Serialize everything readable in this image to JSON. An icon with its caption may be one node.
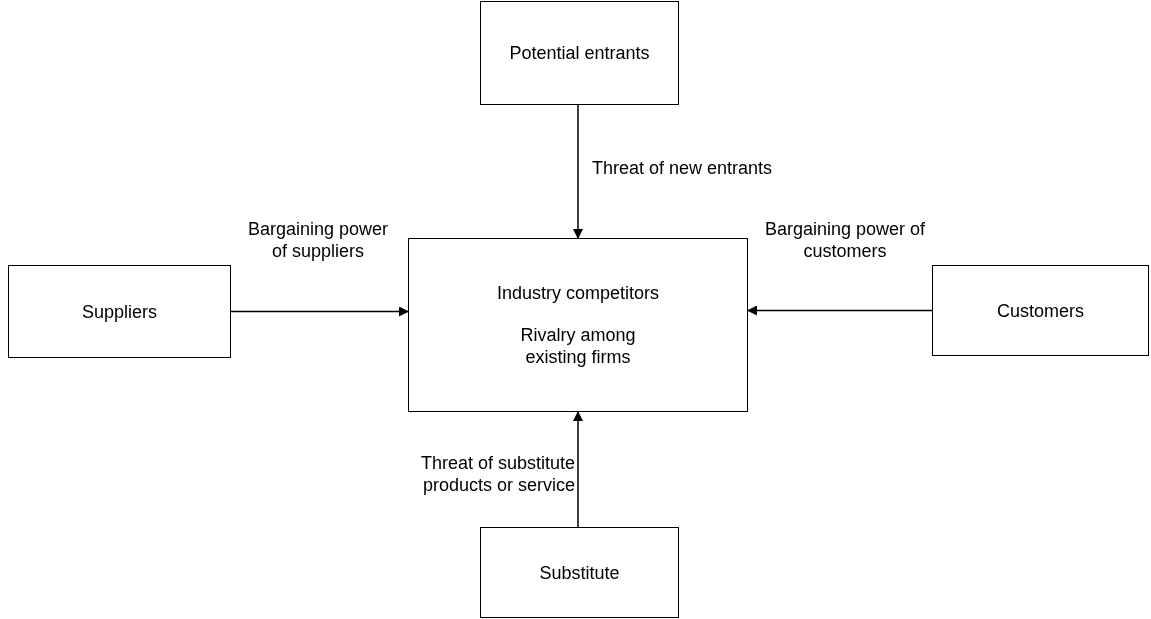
{
  "diagram": {
    "nodes": [
      {
        "text": [
          "Potential entrants"
        ]
      },
      {
        "text": [
          "Suppliers"
        ]
      },
      {
        "text": [
          "Industry competitors",
          "Rivalry among existing firms"
        ]
      },
      {
        "text": [
          "Customers"
        ]
      },
      {
        "text": [
          "Substitute"
        ]
      }
    ],
    "edges": [
      {
        "from": 0,
        "to": 2,
        "arrow": "to",
        "label": "Threat of new entrants"
      },
      {
        "from": 1,
        "to": 2,
        "arrow": "to",
        "label": "Bargaining power of suppliers"
      },
      {
        "from": 3,
        "to": 2,
        "arrow": "to",
        "label": "Bargaining power of customers"
      },
      {
        "from": 4,
        "to": 2,
        "arrow": "to",
        "label": "Threat of substitute products or service"
      }
    ]
  }
}
